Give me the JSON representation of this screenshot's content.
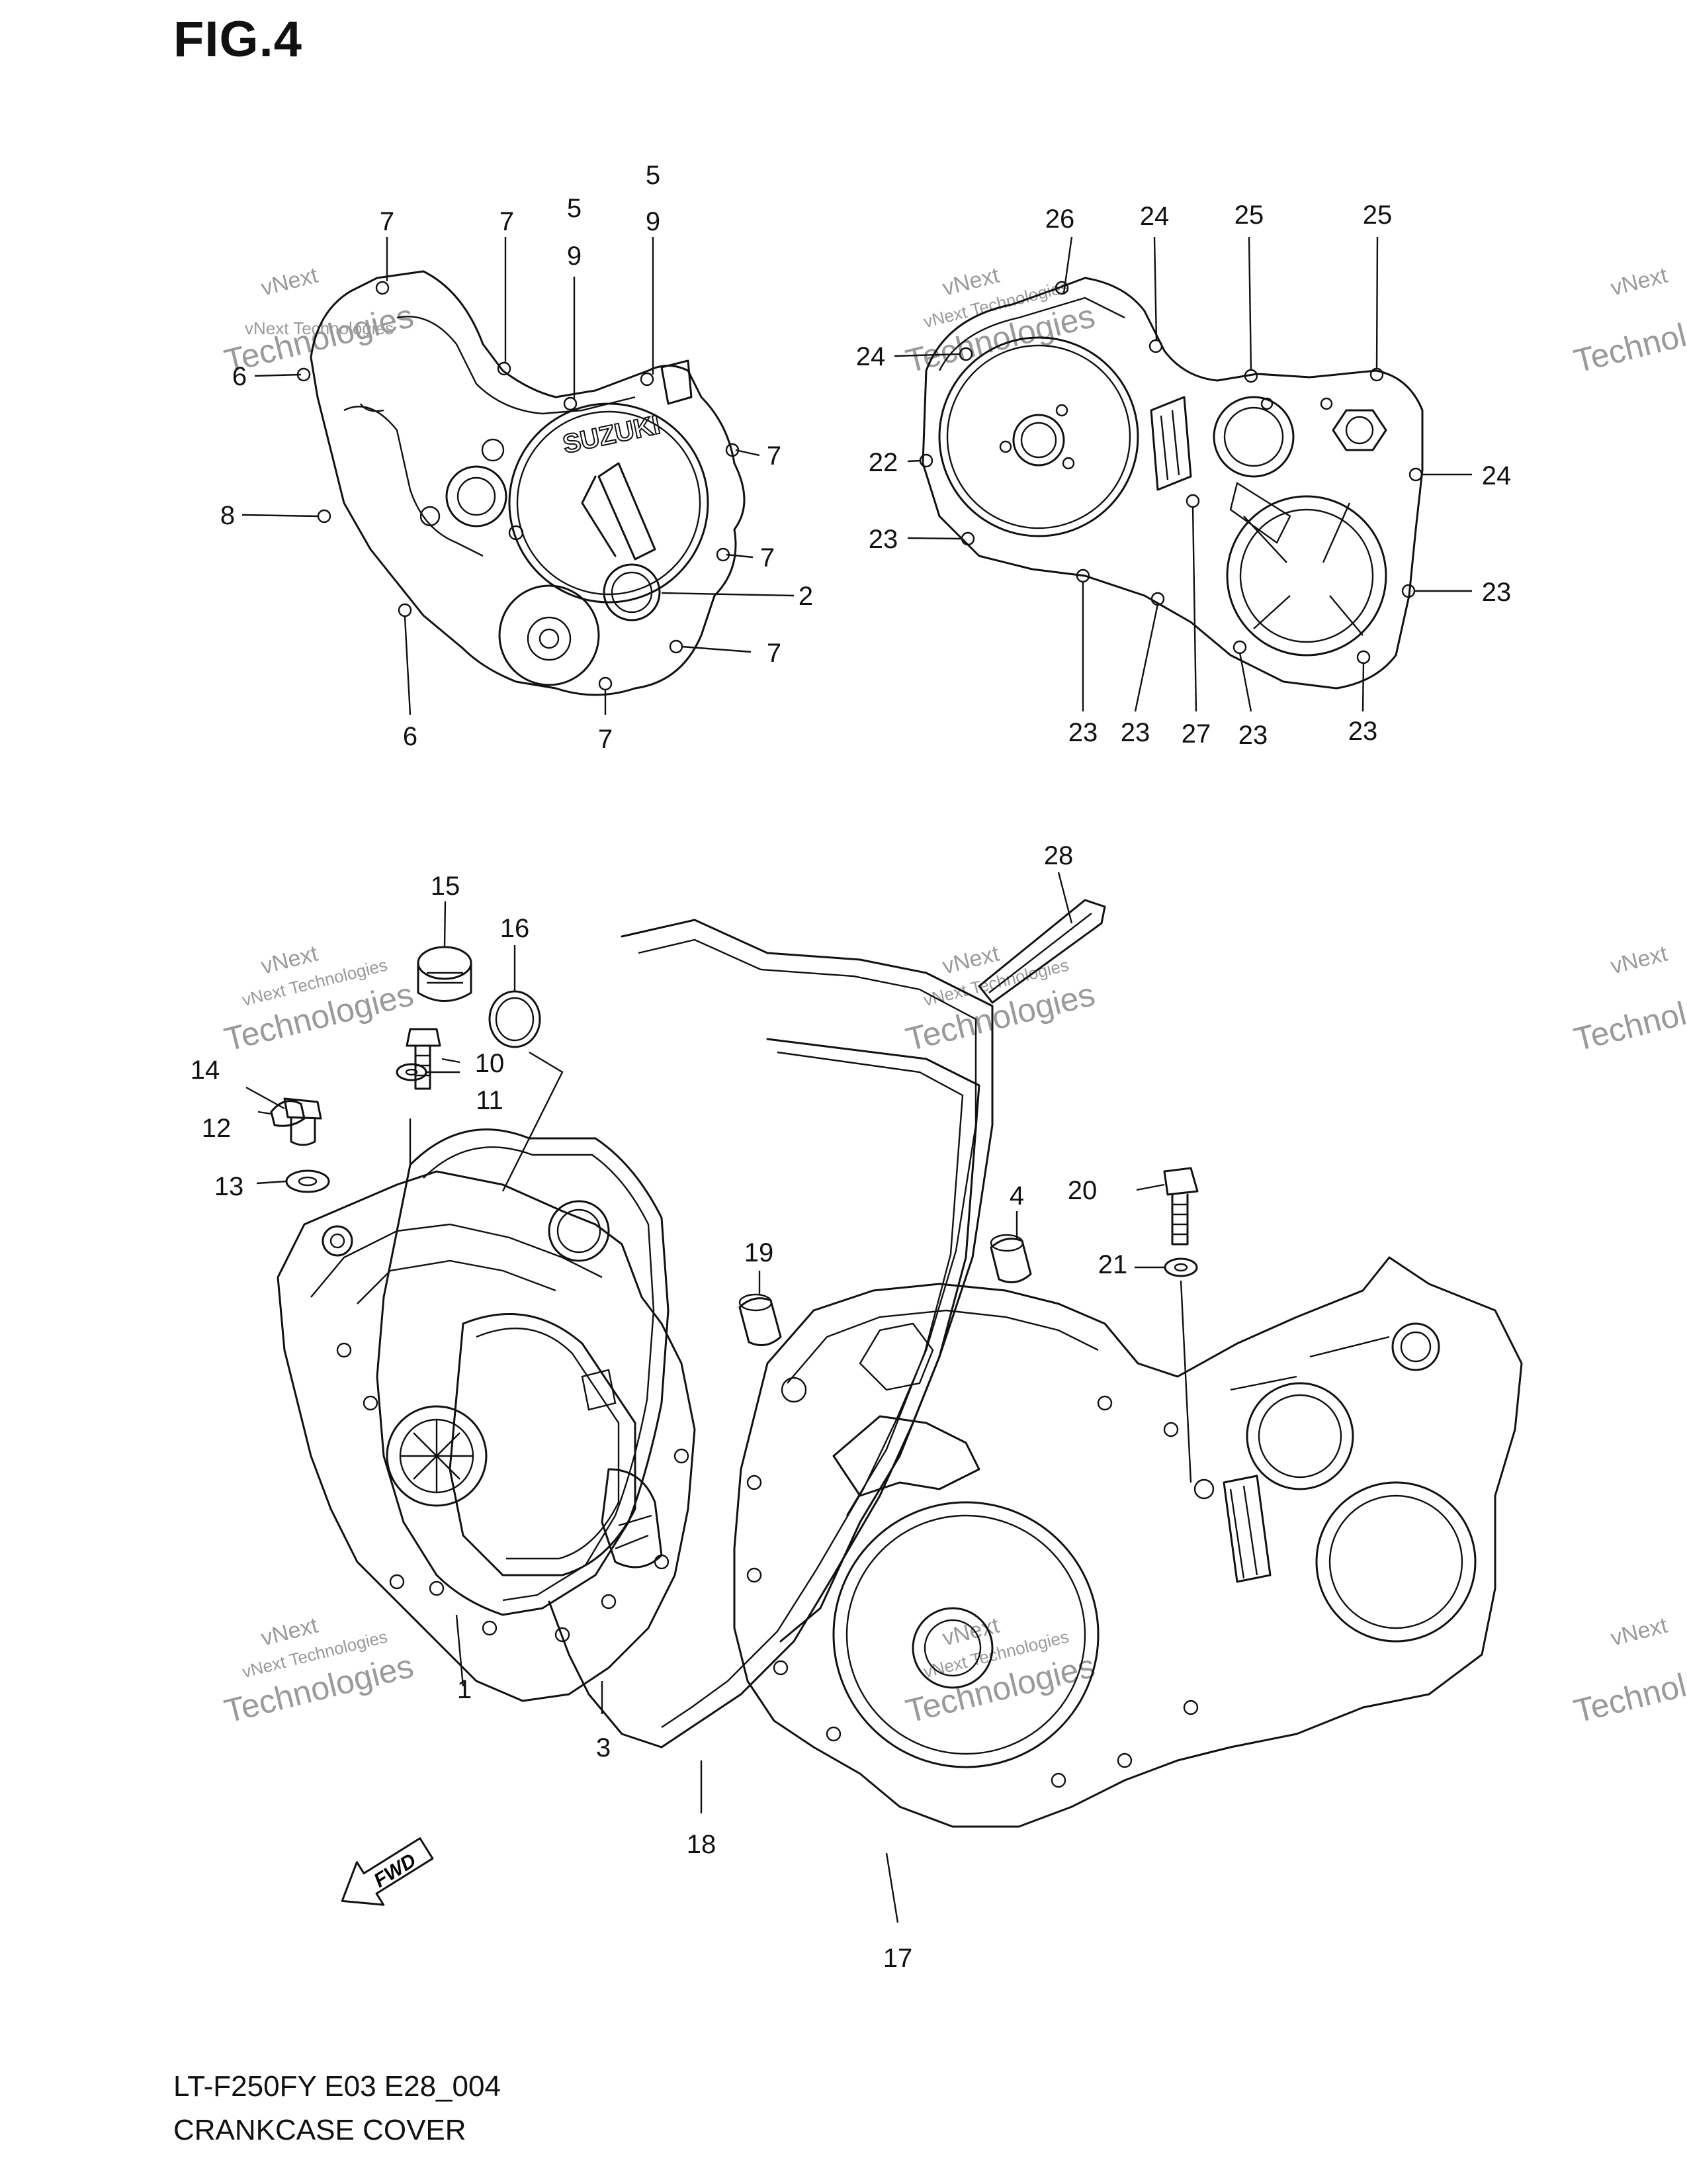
{
  "figure": {
    "title": "FIG.4",
    "model_code": "LT-F250FY E03 E28_004",
    "name": "CRANKCASE COVER",
    "fwd_label": "FWD",
    "brand_embossing": "SUZUKI"
  },
  "watermark": {
    "line1": "vNext Technologies",
    "line2": "vNext",
    "line3": "Technologies"
  },
  "callouts": [
    {
      "id": "c-7a",
      "label": "7"
    },
    {
      "id": "c-7b",
      "label": "7"
    },
    {
      "id": "c-5a",
      "label": "5"
    },
    {
      "id": "c-9a",
      "label": "9"
    },
    {
      "id": "c-5b",
      "label": "5"
    },
    {
      "id": "c-9b",
      "label": "9"
    },
    {
      "id": "c-6a",
      "label": "6"
    },
    {
      "id": "c-7c",
      "label": "7"
    },
    {
      "id": "c-8",
      "label": "8"
    },
    {
      "id": "c-7d",
      "label": "7"
    },
    {
      "id": "c-2",
      "label": "2"
    },
    {
      "id": "c-7e",
      "label": "7"
    },
    {
      "id": "c-6b",
      "label": "6"
    },
    {
      "id": "c-7f",
      "label": "7"
    },
    {
      "id": "c-26",
      "label": "26"
    },
    {
      "id": "c-24a",
      "label": "24"
    },
    {
      "id": "c-25a",
      "label": "25"
    },
    {
      "id": "c-25b",
      "label": "25"
    },
    {
      "id": "c-24b",
      "label": "24"
    },
    {
      "id": "c-22",
      "label": "22"
    },
    {
      "id": "c-24c",
      "label": "24"
    },
    {
      "id": "c-23a",
      "label": "23"
    },
    {
      "id": "c-23b",
      "label": "23"
    },
    {
      "id": "c-23c",
      "label": "23"
    },
    {
      "id": "c-23d",
      "label": "23"
    },
    {
      "id": "c-27",
      "label": "27"
    },
    {
      "id": "c-23e",
      "label": "23"
    },
    {
      "id": "c-23f",
      "label": "23"
    },
    {
      "id": "c-28",
      "label": "28"
    },
    {
      "id": "c-15",
      "label": "15"
    },
    {
      "id": "c-16",
      "label": "16"
    },
    {
      "id": "c-14",
      "label": "14"
    },
    {
      "id": "c-10",
      "label": "10"
    },
    {
      "id": "c-11",
      "label": "11"
    },
    {
      "id": "c-12",
      "label": "12"
    },
    {
      "id": "c-13",
      "label": "13"
    },
    {
      "id": "c-4",
      "label": "4"
    },
    {
      "id": "c-20",
      "label": "20"
    },
    {
      "id": "c-19",
      "label": "19"
    },
    {
      "id": "c-21",
      "label": "21"
    },
    {
      "id": "c-1",
      "label": "1"
    },
    {
      "id": "c-3",
      "label": "3"
    },
    {
      "id": "c-18",
      "label": "18"
    },
    {
      "id": "c-17",
      "label": "17"
    }
  ]
}
